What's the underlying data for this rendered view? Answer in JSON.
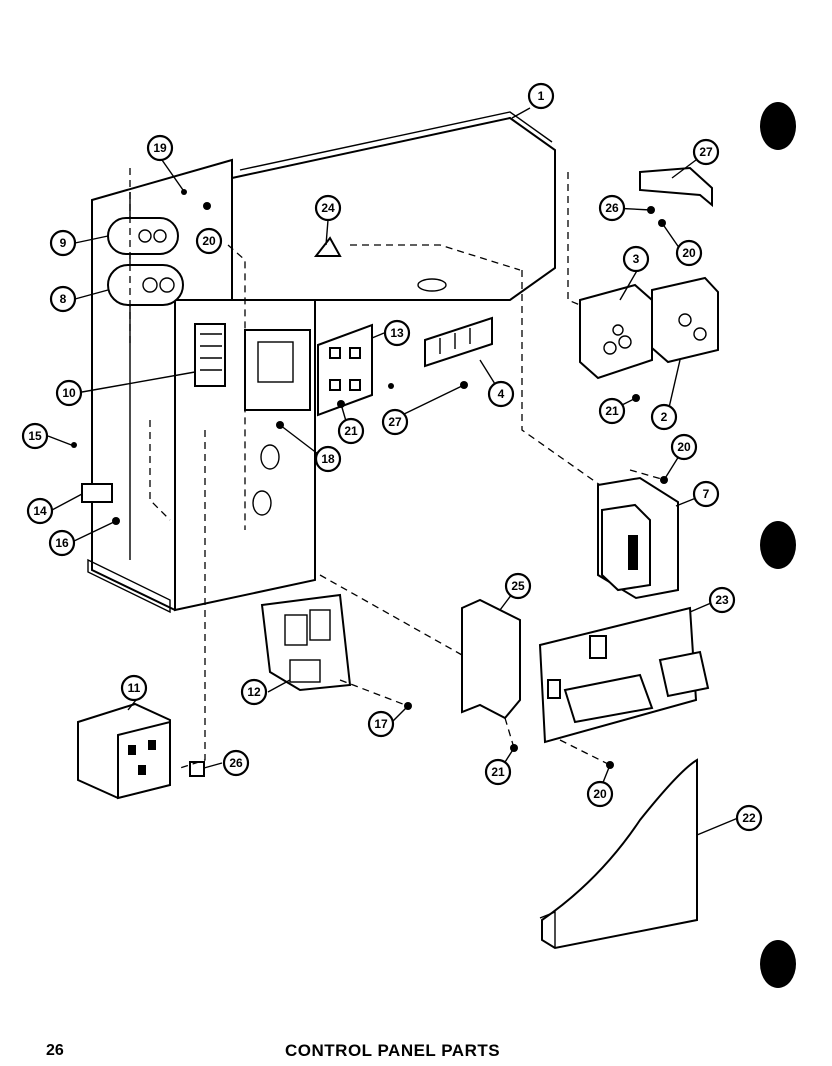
{
  "page_number": "26",
  "title": "CONTROL PANEL PARTS",
  "callouts": [
    {
      "id": "c1",
      "label": "1"
    },
    {
      "id": "c19",
      "label": "19"
    },
    {
      "id": "c20a",
      "label": "20"
    },
    {
      "id": "c9",
      "label": "9"
    },
    {
      "id": "c8",
      "label": "8"
    },
    {
      "id": "c24",
      "label": "24"
    },
    {
      "id": "c13",
      "label": "13"
    },
    {
      "id": "c10",
      "label": "10"
    },
    {
      "id": "c15",
      "label": "15"
    },
    {
      "id": "c18",
      "label": "18"
    },
    {
      "id": "c21a",
      "label": "21"
    },
    {
      "id": "c27a",
      "label": "27"
    },
    {
      "id": "c4",
      "label": "4"
    },
    {
      "id": "c27b",
      "label": "27"
    },
    {
      "id": "c26a",
      "label": "26"
    },
    {
      "id": "c20b",
      "label": "20"
    },
    {
      "id": "c3",
      "label": "3"
    },
    {
      "id": "c21b",
      "label": "21"
    },
    {
      "id": "c2",
      "label": "2"
    },
    {
      "id": "c20c",
      "label": "20"
    },
    {
      "id": "c7",
      "label": "7"
    },
    {
      "id": "c14",
      "label": "14"
    },
    {
      "id": "c16",
      "label": "16"
    },
    {
      "id": "c25",
      "label": "25"
    },
    {
      "id": "c23",
      "label": "23"
    },
    {
      "id": "c11",
      "label": "11"
    },
    {
      "id": "c12",
      "label": "12"
    },
    {
      "id": "c17",
      "label": "17"
    },
    {
      "id": "c26b",
      "label": "26"
    },
    {
      "id": "c21c",
      "label": "21"
    },
    {
      "id": "c20d",
      "label": "20"
    },
    {
      "id": "c22",
      "label": "22"
    }
  ]
}
